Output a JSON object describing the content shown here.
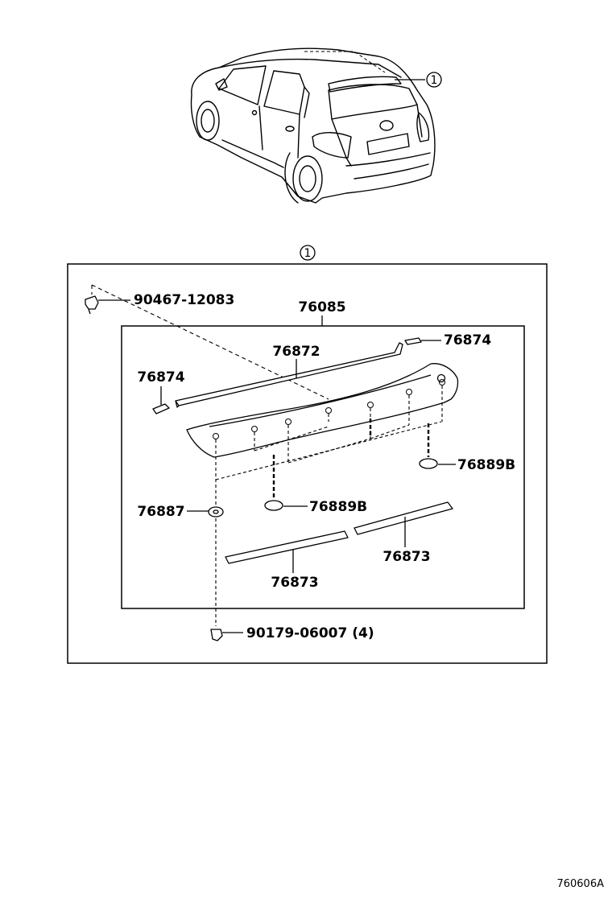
{
  "diagram": {
    "callout_marker": "1",
    "parts": {
      "bolt": "90467-12083",
      "spoiler_assy": "76085",
      "seal_top": "76872",
      "clip_right": "76874",
      "clip_left": "76874",
      "cover_right": "76889B",
      "cover_center": "76889B",
      "grommet": "76887",
      "strip_right": "76873",
      "strip_left": "76873",
      "nut": "90179-06007 (4)"
    },
    "drawing_id": "760606A"
  }
}
